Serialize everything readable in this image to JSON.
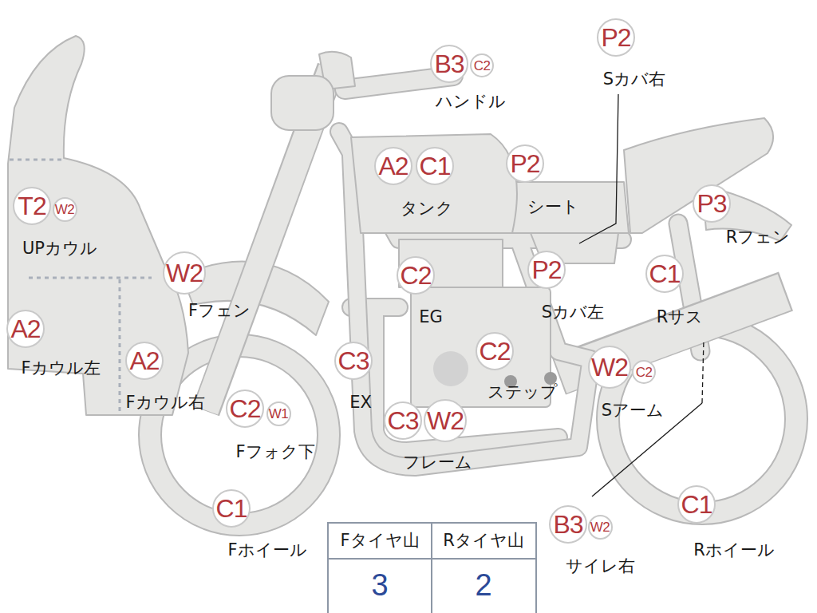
{
  "diagram": {
    "nodes": [
      {
        "text": [
          "P2"
        ]
      },
      {
        "text": [
          "B3"
        ]
      },
      {
        "text": [
          "C2"
        ]
      },
      {
        "text": [
          "A2"
        ]
      },
      {
        "text": [
          "C1"
        ]
      },
      {
        "text": [
          "P2"
        ]
      },
      {
        "text": [
          "T2"
        ]
      },
      {
        "text": [
          "W2"
        ]
      },
      {
        "text": [
          "P3"
        ]
      },
      {
        "text": [
          "W2"
        ]
      },
      {
        "text": [
          "C2"
        ]
      },
      {
        "text": [
          "P2"
        ]
      },
      {
        "text": [
          "C1"
        ]
      },
      {
        "text": [
          "A2"
        ]
      },
      {
        "text": [
          "C3"
        ]
      },
      {
        "text": [
          "C2"
        ]
      },
      {
        "text": [
          "A2"
        ]
      },
      {
        "text": [
          "W2"
        ]
      },
      {
        "text": [
          "C2"
        ]
      },
      {
        "text": [
          "C2"
        ]
      },
      {
        "text": [
          "W1"
        ]
      },
      {
        "text": [
          "C3"
        ]
      },
      {
        "text": [
          "W2"
        ]
      },
      {
        "text": [
          "C1"
        ]
      },
      {
        "text": [
          "C1"
        ]
      },
      {
        "text": [
          "B3"
        ]
      },
      {
        "text": [
          "W2"
        ]
      }
    ],
    "labels": [
      "ハンドル",
      "Sカバ右",
      "タンク",
      "シート",
      "UPカウル",
      "Rフェン",
      "Fフェン",
      "EG",
      "Sカバ左",
      "Rサス",
      "Fカウル左",
      "Fカウル右",
      "EX",
      "ステップ",
      "Sアーム",
      "Fフォク下",
      "フレーム",
      "Fホイール",
      "サイレ右",
      "Rホイール",
      "Fタイヤ山",
      "Rタイヤ山",
      "3",
      "2"
    ]
  }
}
